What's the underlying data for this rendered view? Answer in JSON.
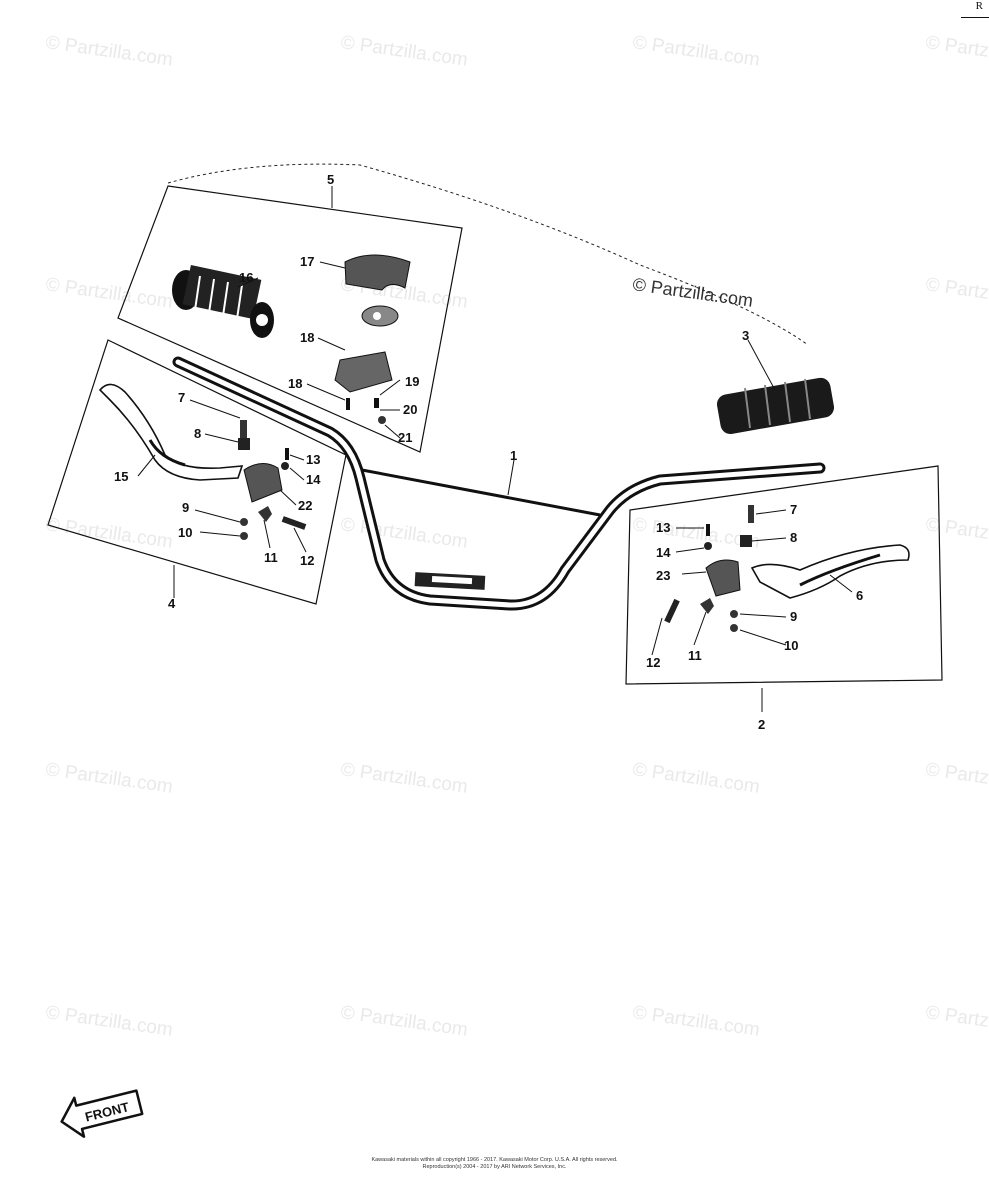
{
  "corner_mark": "R",
  "watermark": "© Partzilla.com",
  "front_label": "FRONT",
  "copyright": {
    "line1": "Kawasaki materials within all copyright 1966 - 2017. Kawasaki Motor Corp. U.S.A. All rights reserved.",
    "line2": "Reproduction(s) 2004 - 2017 by ARI Network Services, Inc."
  },
  "parts": {
    "p1": "1",
    "p2": "2",
    "p3": "3",
    "p4": "4",
    "p5": "5",
    "p6": "6",
    "p7a": "7",
    "p7b": "7",
    "p8a": "8",
    "p8b": "8",
    "p9a": "9",
    "p9b": "9",
    "p10a": "10",
    "p10b": "10",
    "p11a": "11",
    "p11b": "11",
    "p12a": "12",
    "p12b": "12",
    "p13a": "13",
    "p13b": "13",
    "p14a": "14",
    "p14b": "14",
    "p15": "15",
    "p16": "16",
    "p17": "17",
    "p18a": "18",
    "p18b": "18",
    "p19": "19",
    "p20": "20",
    "p21": "21",
    "p22": "22",
    "p23": "23"
  },
  "colors": {
    "ink": "#111111",
    "watermark": "#e9e9e9"
  }
}
